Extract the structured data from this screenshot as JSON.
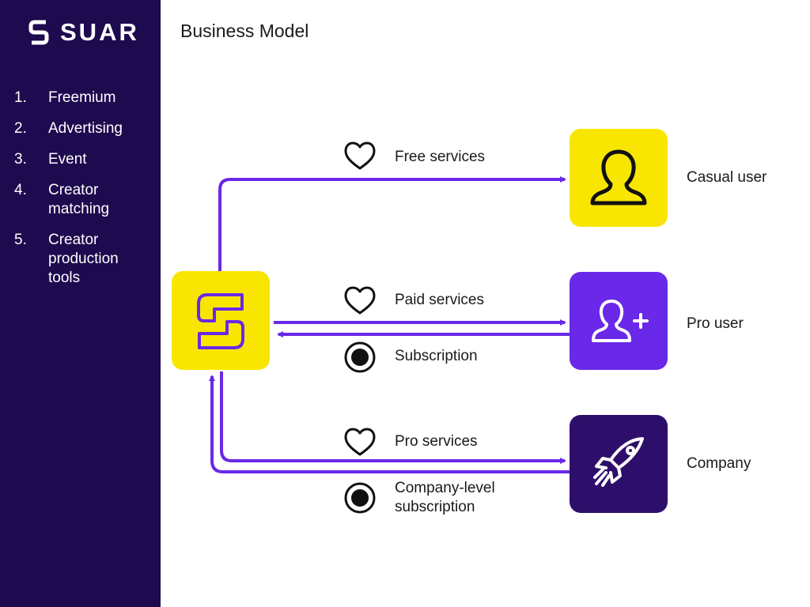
{
  "sidebar": {
    "logo_text": "SUAR",
    "items": [
      {
        "num": "1.",
        "label": "Freemium"
      },
      {
        "num": "2.",
        "label": "Advertising"
      },
      {
        "num": "3.",
        "label": "Event"
      },
      {
        "num": "4.",
        "label": "Creator matching"
      },
      {
        "num": "5.",
        "label": "Creator production tools"
      }
    ]
  },
  "title": "Business Model",
  "flows": {
    "free_services": "Free services",
    "paid_services": "Paid services",
    "subscription": "Subscription",
    "pro_services": "Pro services",
    "company_subscription": "Company-level subscription"
  },
  "nodes": {
    "casual_user": "Casual user",
    "pro_user": "Pro user",
    "company": "Company"
  },
  "icons": {
    "logo": "suar-logo-icon",
    "hub": "suar-hub-icon",
    "casual_user": "user-icon",
    "pro_user": "user-plus-icon",
    "company": "rocket-icon",
    "service": "heart-icon",
    "payment": "coin-icon"
  },
  "colors": {
    "sidebar": "#1e0a4f",
    "yellow": "#f9e600",
    "purple": "#6a28e8",
    "dark_purple": "#2d0f6b",
    "arrow": "#6a28e8"
  }
}
